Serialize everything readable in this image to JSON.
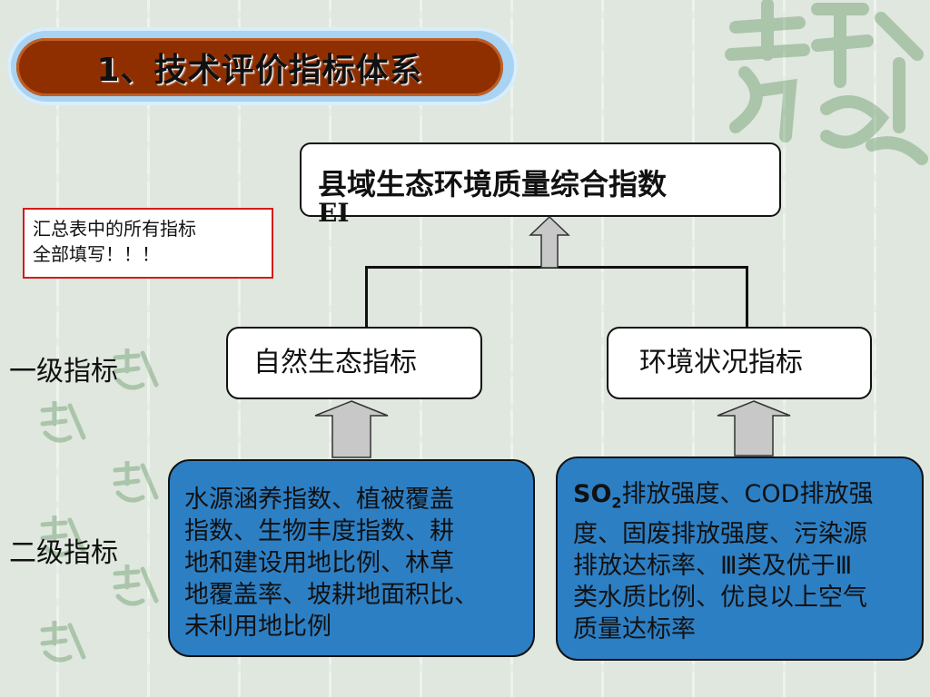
{
  "title": "1、技术评价指标体系",
  "top_box": {
    "main": "县域生态环境质量综合指数",
    "suffix": "EI"
  },
  "note": {
    "line1": "汇总表中的所有指标",
    "line2": "全部填写！！！"
  },
  "level_labels": {
    "first": "一级指标",
    "second": "二级指标"
  },
  "first_level": {
    "left": "自然生态指标",
    "right": "环境状况指标"
  },
  "second_level": {
    "left_lines": [
      "水源涵养指数、植被覆盖",
      "指数、生物丰度指数、耕",
      "地和建设用地比例、林草",
      "地覆盖率、坡耕地面积比、",
      "未利用地比例"
    ],
    "right_first_prefix": "SO",
    "right_first_sub": "2",
    "right_first_rest": "排放强度、COD排放强",
    "right_lines": [
      "度、固废排放强度、污染源",
      "排放达标率、Ⅲ类及优于Ⅲ",
      "类水质比例、优良以上空气",
      "质量达标率"
    ]
  },
  "colors": {
    "title_bg": "#8f2f00",
    "pill": "#a9d3f2",
    "blue_box": "#2d7fc4",
    "note_border": "#d21c1c",
    "background": "#dfe7df"
  }
}
